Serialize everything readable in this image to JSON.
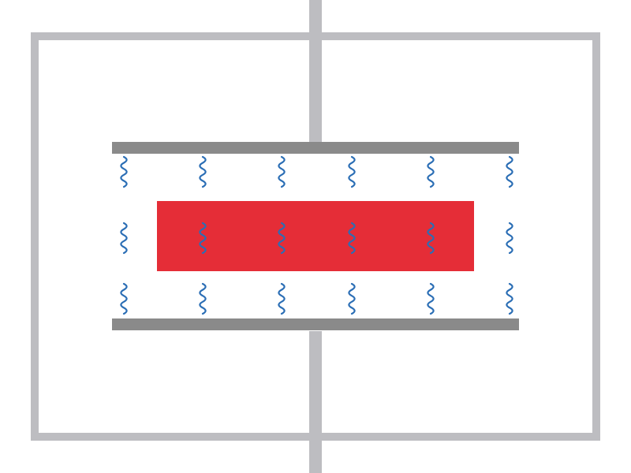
{
  "diagram": {
    "colors": {
      "frame": "#bdbdc1",
      "electrode_plate": "#8a8a8a",
      "slab": "#e52d37",
      "wave": "#2b6eb5",
      "background": "#ffffff"
    },
    "elements": {
      "outer_frame": "rectangle-outline",
      "lead_wire_top": "vertical-line",
      "lead_wire_bottom": "vertical-line",
      "upper_plate": "horizontal-bar",
      "lower_plate": "horizontal-bar",
      "center_slab": "rectangle-fill",
      "field_lines": "wavy-lines"
    },
    "wave_grid": {
      "columns": 6,
      "rows": 3
    }
  }
}
